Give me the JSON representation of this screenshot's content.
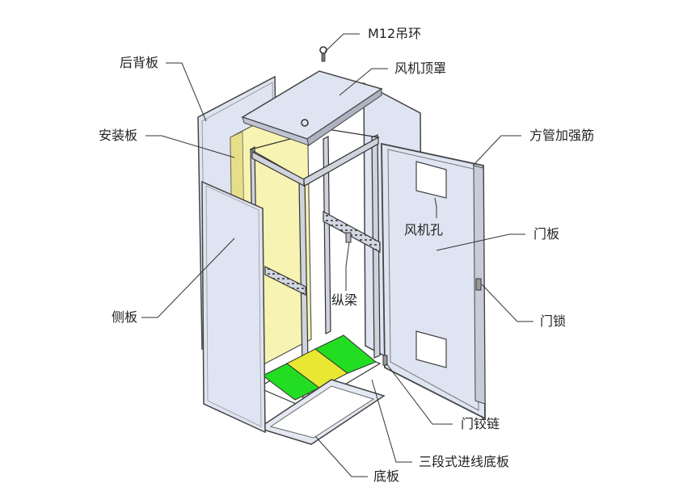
{
  "labels": {
    "hoist_ring": "M12吊环",
    "rear_panel": "后背板",
    "fan_top_cover": "风机顶罩",
    "mounting_plate": "安装板",
    "square_tube_rib": "方管加强筋",
    "fan_hole": "风机孔",
    "door_panel": "门板",
    "side_panel": "侧板",
    "longitudinal_beam": "纵梁",
    "door_lock": "门锁",
    "door_hinge": "门铰链",
    "three_section_bottom": "三段式进线底板",
    "base_plate": "底板"
  },
  "colors": {
    "panel_fill": "#dfe4f2",
    "panel_edge": "#444444",
    "mounting_plate": "#f7f3b2",
    "base_green": "#22dd22",
    "base_yellow": "#e8e833",
    "frame": "#cfd3dc",
    "leader_line": "#333333"
  }
}
